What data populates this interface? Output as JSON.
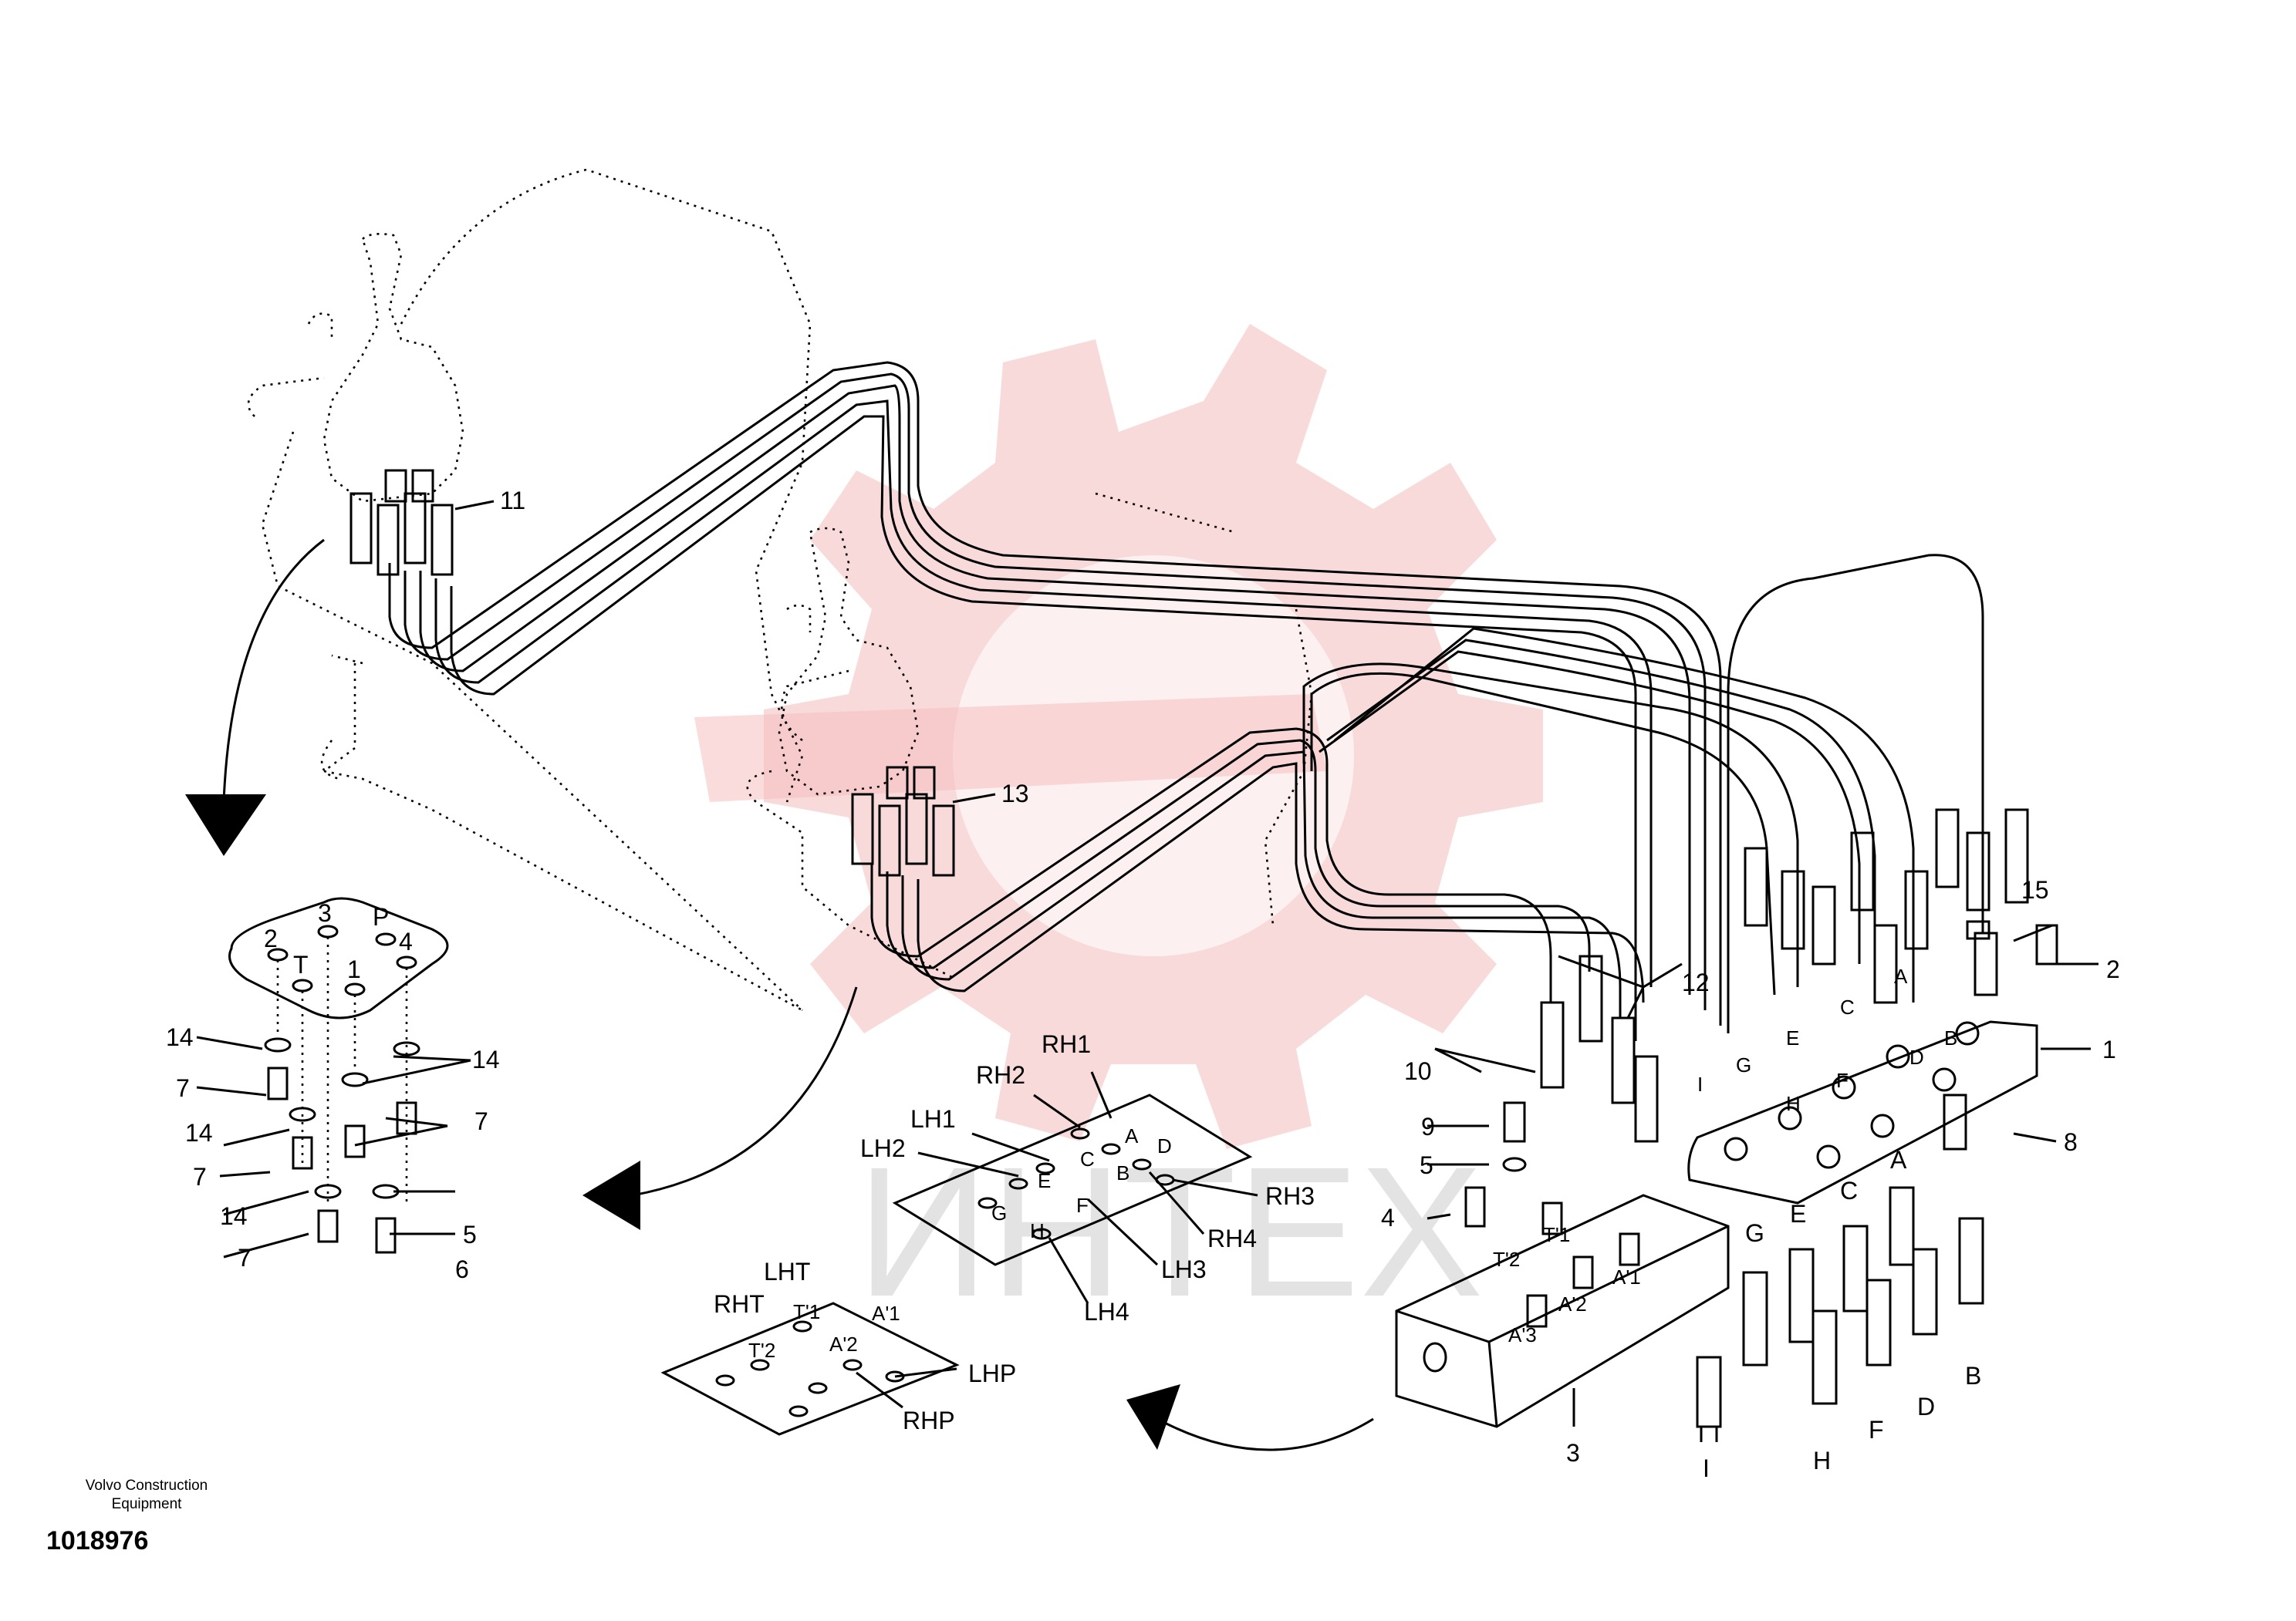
{
  "parts": [
    "1",
    "2",
    "3",
    "4",
    "5",
    "6",
    "7",
    "8",
    "9",
    "10",
    "11",
    "12",
    "13",
    "14",
    "15"
  ],
  "hose_letters": [
    "G",
    "E",
    "C",
    "A",
    "I",
    "H",
    "F",
    "D",
    "B"
  ],
  "joystick_ports": [
    "2",
    "3",
    "P",
    "T",
    "1",
    "4"
  ],
  "block_ports": [
    "T'1",
    "T'2",
    "A'1",
    "A'2",
    "A'3"
  ],
  "plate_right": {
    "ports": [
      "A",
      "B",
      "C",
      "D",
      "E",
      "F",
      "G",
      "H"
    ],
    "labels": [
      "RH1",
      "RH2",
      "LH1",
      "LH2",
      "RH3",
      "RH4",
      "LH3",
      "LH4"
    ]
  },
  "plate_left": {
    "ports": [
      "T'1",
      "T'2",
      "A'1",
      "A'2"
    ],
    "labels": [
      "LHT",
      "RHT",
      "LHP",
      "RHP"
    ]
  },
  "footer": {
    "brand_line1": "Volvo Construction",
    "brand_line2": "Equipment",
    "part_number": "1018976"
  },
  "watermark": "ИНТЕХ",
  "colors": {
    "watermark_gear": "#f6c8c8",
    "watermark_text": "#dcdcdc",
    "line": "#000000"
  }
}
